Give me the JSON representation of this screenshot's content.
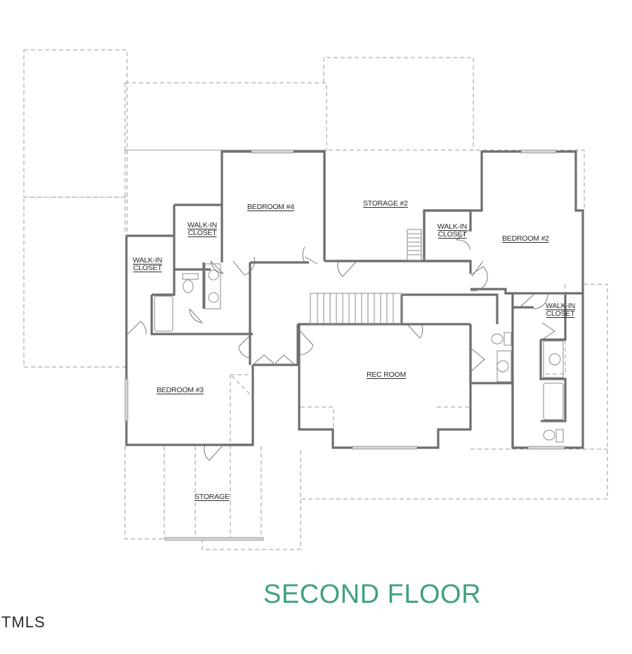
{
  "plan": {
    "title": "SECOND FLOOR",
    "title_color": "#3fa27e",
    "watermark": "TMLS",
    "rooms": [
      {
        "id": "bedroom-4",
        "label": "BEDROOM #4"
      },
      {
        "id": "storage-2",
        "label": "STORAGE #2"
      },
      {
        "id": "bedroom-2",
        "label": "BEDROOM #2"
      },
      {
        "id": "walk-in-closet-bed4",
        "label": "WALK-IN CLOSET"
      },
      {
        "id": "walk-in-closet-bed3",
        "label": "WALK-IN CLOSET"
      },
      {
        "id": "walk-in-closet-bed2-upper",
        "label": "WALK-IN CLOSET"
      },
      {
        "id": "walk-in-closet-bed2-lower",
        "label": "WALK-IN CLOSET"
      },
      {
        "id": "bedroom-3",
        "label": "BEDROOM #3"
      },
      {
        "id": "rec-room",
        "label": "REC ROOM"
      },
      {
        "id": "storage",
        "label": "STORAGE"
      }
    ]
  }
}
